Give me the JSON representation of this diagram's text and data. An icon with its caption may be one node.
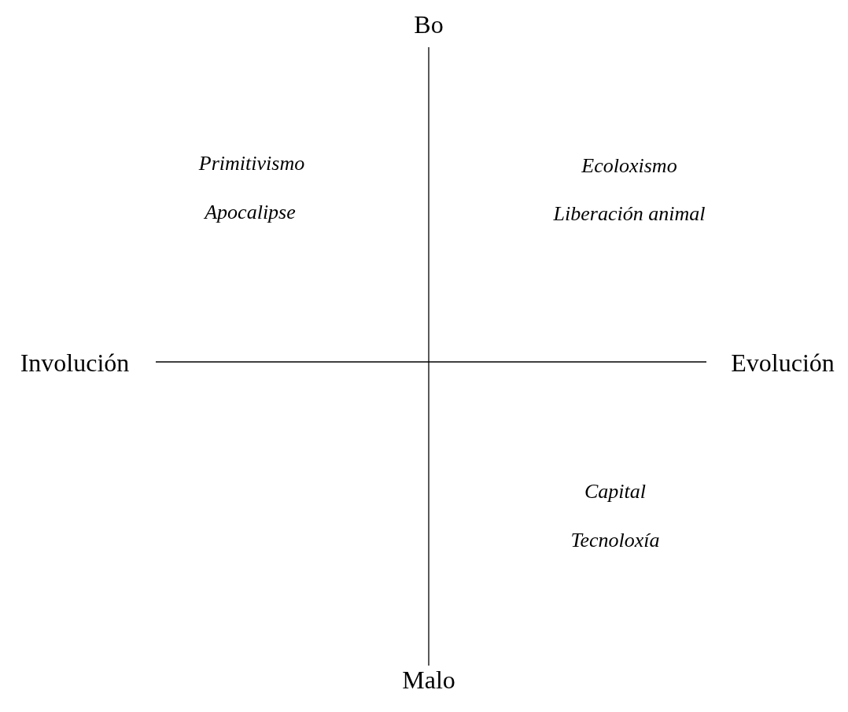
{
  "diagram": {
    "labels": [
      "Bo",
      "Primitivismo",
      "Ecoloxismo",
      "Apocalipse",
      "Liberación animal",
      "Involución",
      "Evolución",
      "Capital",
      "Tecnoloxía",
      "Malo"
    ]
  }
}
